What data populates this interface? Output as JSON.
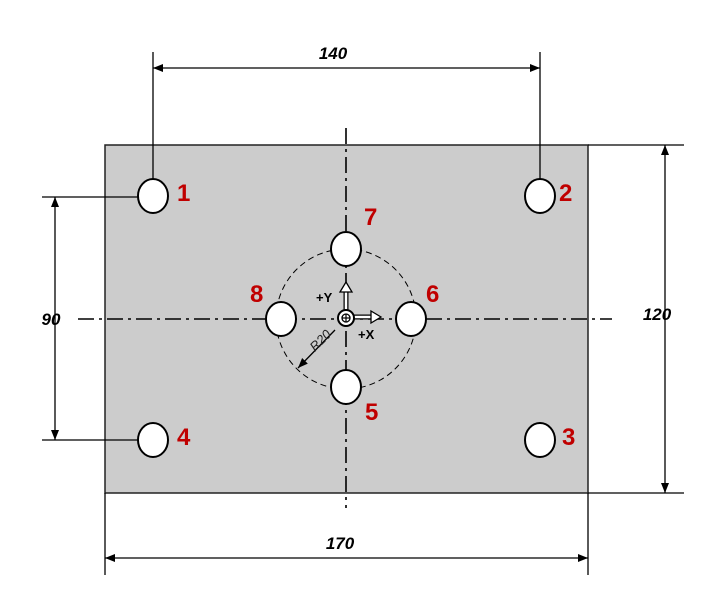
{
  "colors": {
    "plate": "#cccccc",
    "hole_label": "#c00000",
    "lines": "#000000"
  },
  "dimensions": {
    "top_width": "140",
    "left_height": "90",
    "right_height": "120",
    "bottom_width": "170",
    "radius": "R20"
  },
  "axes": {
    "plus_y": "+Y",
    "plus_x": "+X"
  },
  "holes": [
    {
      "label": "1"
    },
    {
      "label": "2"
    },
    {
      "label": "3"
    },
    {
      "label": "4"
    },
    {
      "label": "5"
    },
    {
      "label": "6"
    },
    {
      "label": "7"
    },
    {
      "label": "8"
    }
  ]
}
